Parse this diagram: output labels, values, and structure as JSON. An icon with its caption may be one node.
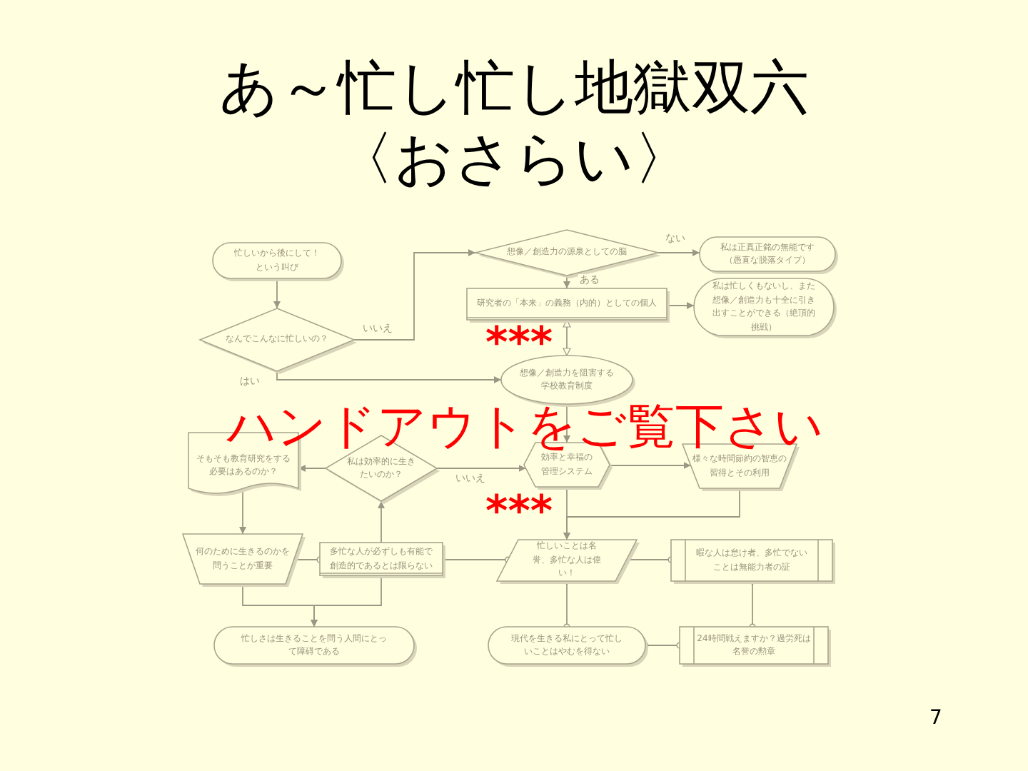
{
  "diagram": {
    "title": "あ～忙し忙し地獄双六〈おさらい〉",
    "nodes": [
      {
        "text": [
          "忙しいから後にして！という叫び"
        ]
      },
      {
        "text": [
          "なんでこんなに忙しいの？"
        ]
      },
      {
        "text": [
          "想像／創造力の源泉としての脳"
        ]
      },
      {
        "text": [
          "私は正真正銘の無能です（愚直な脱落タイプ）"
        ]
      },
      {
        "text": [
          "研究者の「本来」の義務（内的）としての個人"
        ]
      },
      {
        "text": [
          "私は忙しくもないし、また想像／創造力も十全に引き出すことができる（絶頂的挑戦）"
        ]
      },
      {
        "text": [
          "想像／創造力を阻害する学校教育制度"
        ]
      },
      {
        "text": [
          "そもそも教育研究をする必要はあるのか？"
        ]
      },
      {
        "text": [
          "私は効率的に生きたいのか？"
        ]
      },
      {
        "text": [
          "効率と幸福の管理システム"
        ]
      },
      {
        "text": [
          "様々な時間節約の智恵の習得とその利用"
        ]
      },
      {
        "text": [
          "何のために生きるのかを問うことが重要"
        ]
      },
      {
        "text": [
          "多忙な人が必ずしも有能で創造的であるとは限らない"
        ]
      },
      {
        "text": [
          "忙しいことは名誉、多忙な人は偉い！"
        ]
      },
      {
        "text": [
          "暇な人は怠け者、多忙でないことは無能力者の証"
        ]
      },
      {
        "text": [
          "忙しさは生きることを問う人間にとって障碍である"
        ]
      },
      {
        "text": [
          "現代を生きる私にとって忙しいことはやむを得ない"
        ]
      },
      {
        "text": [
          "24時間戦えますか？過労死は名誉の勲章"
        ]
      }
    ],
    "edges": [
      {
        "from": 0,
        "to": 1,
        "arrow": "to"
      },
      {
        "from": 1,
        "to": 2,
        "arrow": "to",
        "label": "いいえ"
      },
      {
        "from": 1,
        "to": 6,
        "arrow": "to",
        "label": "はい"
      },
      {
        "from": 2,
        "to": 3,
        "arrow": "to",
        "label": "ない"
      },
      {
        "from": 2,
        "to": 4,
        "arrow": "to",
        "label": "ある"
      },
      {
        "from": 4,
        "to": 5,
        "arrow": "to"
      },
      {
        "from": 6,
        "to": 4,
        "arrow": "both"
      },
      {
        "from": 6,
        "to": 9,
        "arrow": "to"
      },
      {
        "from": 9,
        "to": 10,
        "arrow": "to"
      },
      {
        "from": 9,
        "to": 13,
        "arrow": "to"
      },
      {
        "from": 10,
        "to": 13,
        "arrow": "to"
      },
      {
        "from": 8,
        "to": 9,
        "arrow": "to",
        "label": "いいえ"
      },
      {
        "from": 8,
        "to": 7,
        "arrow": "to"
      },
      {
        "from": 7,
        "to": 11,
        "arrow": "to"
      },
      {
        "from": 12,
        "to": 8,
        "arrow": "to"
      },
      {
        "from": 12,
        "to": 11,
        "arrow": "other"
      },
      {
        "from": 13,
        "to": 12,
        "arrow": "other"
      },
      {
        "from": 13,
        "to": 14,
        "arrow": "other"
      },
      {
        "from": 13,
        "to": 16,
        "arrow": "other"
      },
      {
        "from": 14,
        "to": 17,
        "arrow": "other"
      },
      {
        "from": 16,
        "to": 17,
        "arrow": "other"
      },
      {
        "from": 11,
        "to": 15,
        "arrow": "to"
      },
      {
        "from": 12,
        "to": 15,
        "arrow": "to"
      }
    ],
    "labels": [
      "***",
      "ハンドアウトをご覧下さい",
      "***",
      "7"
    ]
  }
}
